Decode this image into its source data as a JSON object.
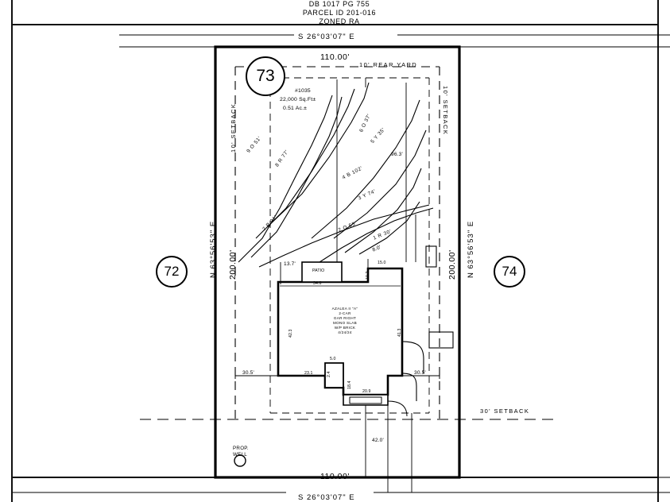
{
  "document": {
    "type": "survey-plat",
    "header_lines": [
      "DB 1017 PG 755",
      "PARCEL ID 201-016",
      "ZONED RA"
    ]
  },
  "boundary": {
    "north_bearing": "S 26°03'07\" E",
    "north_distance": "110.00'",
    "south_bearing": "S 26°03'07\" E",
    "south_distance": "110.00'",
    "west_bearing": "N 63°56'53\" E",
    "west_distance": "200.00'",
    "east_bearing": "N 63°56'53\" E",
    "east_distance": "200.00'"
  },
  "lots": {
    "subject": "73",
    "left_neighbor": "72",
    "right_neighbor": "74"
  },
  "setbacks": {
    "left": "10' SETBACK",
    "right": "10' SETBACK",
    "rear": "10' REAR YARD",
    "front": "30' SETBACK"
  },
  "lot_info": {
    "address": "#1035",
    "area_sf": "22,000 Sq.Ft±",
    "area_ac": "0.51 Ac.±"
  },
  "house": {
    "plan": "AZALEA II \"A\"",
    "garage": "2-CAR",
    "garage_side": "GAR RIGHT",
    "foundation": "MONO SLAB",
    "exterior": "W/P BRICK",
    "date": "4/24/24",
    "patio_label": "PATIO"
  },
  "house_dimensions": {
    "front_left_offset": "13.7'",
    "top_main": "34.6",
    "top_right": "15.0",
    "right_jog": "10.2",
    "left_side": "42.3",
    "right_side": "41.3",
    "bottom_left": "23.1",
    "stoop_top": "5.0",
    "stoop_side": "2.4",
    "bottom_notch": "18.4",
    "bottom_right": "20.9"
  },
  "offsets": {
    "left_offset": "30.5'",
    "right_offset": "30.5'",
    "front_offset": "42.0'",
    "rear_offset": "96.3'",
    "corner_offset": "8.0'"
  },
  "well": {
    "label_line1": "PROP.",
    "label_line2": "WELL"
  },
  "trees": [
    {
      "id": "1",
      "code": "1 R 30'"
    },
    {
      "id": "2",
      "code": "2 O 55'"
    },
    {
      "id": "3",
      "code": "3 Y 74'"
    },
    {
      "id": "4",
      "code": "4 B 102'"
    },
    {
      "id": "5",
      "code": "5 Y 35'"
    },
    {
      "id": "6",
      "code": "6 O 37'"
    },
    {
      "id": "7",
      "code": "7 P 91'"
    },
    {
      "id": "8",
      "code": "8 R 77'"
    },
    {
      "id": "9",
      "code": "9 O 51'"
    }
  ]
}
